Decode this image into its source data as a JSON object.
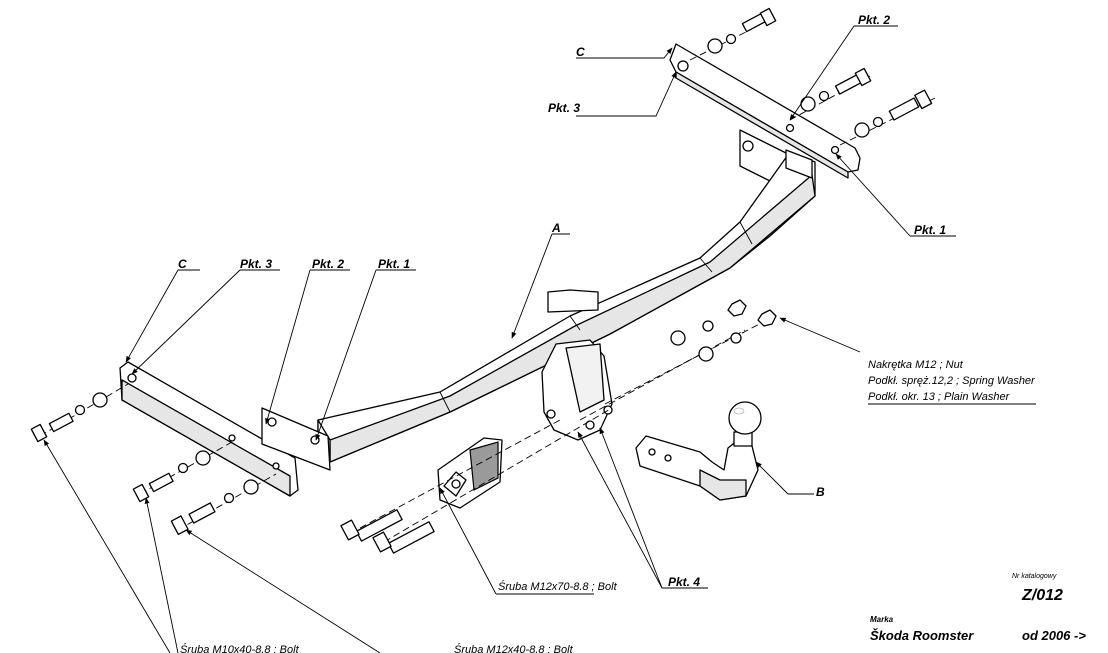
{
  "labels": {
    "pkt1": "Pkt. 1",
    "pkt2": "Pkt. 2",
    "pkt3": "Pkt. 3",
    "pkt4": "Pkt. 4",
    "c": "C",
    "a": "A",
    "b": "B"
  },
  "notes": {
    "nut": "Nakrętka M12 ; Nut",
    "spring_washer": "Podkł. spręż.12,2 ; Spring Washer",
    "plain_washer": "Podkł. okr. 13 ; Plain Washer",
    "bolt_70": "Śruba M12x70-8.8 ; Bolt",
    "bolt_40_left": "Śruba M10x40-8.8 ; Bolt",
    "bolt_40_right": "Śruba M12x40-8.8 ; Bolt"
  },
  "catalog": {
    "label": "Nr katalogowy",
    "number": "Z/012"
  },
  "brand": {
    "label": "Marka",
    "name": "Škoda Roomster",
    "since": "od 2006 ->"
  }
}
